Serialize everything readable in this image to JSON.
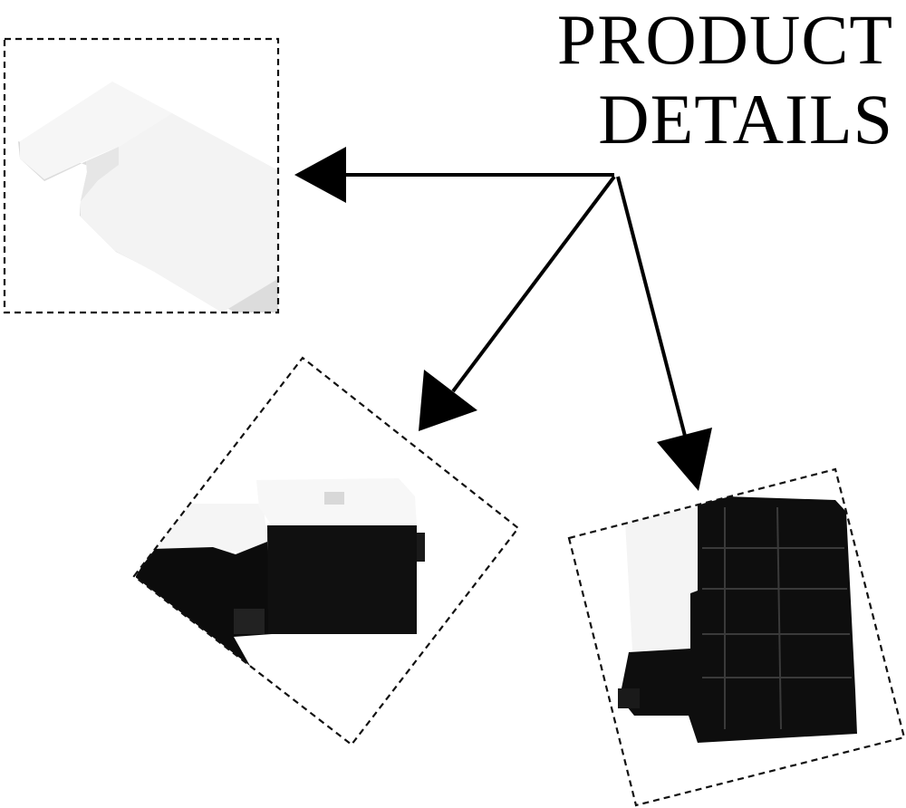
{
  "heading": {
    "line1": "PRODUCT",
    "line2": "DETAILS"
  },
  "colors": {
    "background": "#ffffff",
    "text": "#000000",
    "sponge": "#f4f4f4",
    "housing": "#0b0b0b"
  },
  "panels": [
    {
      "name": "sponge-pad-closeup",
      "frame": "dashed"
    },
    {
      "name": "waste-ink-tank-side",
      "frame": "dashed-rotated"
    },
    {
      "name": "waste-ink-tank-back",
      "frame": "dashed-rotated"
    }
  ]
}
